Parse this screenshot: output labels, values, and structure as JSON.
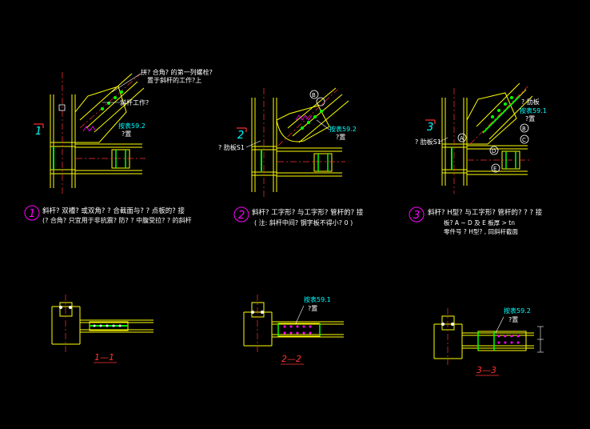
{
  "drawing": {
    "background": "#000000",
    "colors": {
      "white": "#ffffff",
      "yellow": "#ffff00",
      "green": "#00ff00",
      "cyan": "#00ffff",
      "magenta": "#ff00ff",
      "red": "#ff3333",
      "blue": "#3366ff"
    },
    "detail1": {
      "number": "1",
      "marker": "1",
      "callout_top_1": "拼? 合角? 的第一列螺栓?",
      "callout_top_2": "置于斜杆的工作?上",
      "label_work_line": "斜杆工作?",
      "label_per_table": "按表59.2",
      "label_place": "?置",
      "caption_1": "斜杆? 双槽? 或双角? ? 合截面与? ? 点板的? 接",
      "caption_2": "(? 合角? 只宜用于非抗震? 防? ? 中腹受拉? ? 的斜杆"
    },
    "detail2": {
      "number": "2",
      "marker": "2",
      "label_b": "B",
      "label_per_table": "按表59.2",
      "label_place": "?置",
      "label_stiffener": "? 肋板S1",
      "caption_1": "斜杆? 工字形? 与工字形? 管杆的? 接",
      "caption_2": "( 注: 斜杆中间? 钢字板不得小? 0 )"
    },
    "detail3": {
      "number": "3",
      "marker": "3",
      "label_stiffener_top": "? 肋板",
      "label_per_table": "按表59.1",
      "label_place": "?置",
      "label_stiffener_left": "? 肋板S1",
      "labels_abcde": [
        "A",
        "B",
        "C",
        "D",
        "E"
      ],
      "caption_1": "斜杆? H型? 与工字形? 管杆的? ? ? 接",
      "caption_2": "板? A ~ D 及 E 板厚 > tn",
      "caption_3": "零件号 ? H型? , 同斜杆截面"
    },
    "section11": {
      "label": "1—1"
    },
    "section22": {
      "label": "2—2",
      "label_per_table": "按表59.1",
      "label_place": "?置"
    },
    "section33": {
      "label": "3—3",
      "label_per_table": "按表59.2",
      "label_place": "?置"
    }
  }
}
